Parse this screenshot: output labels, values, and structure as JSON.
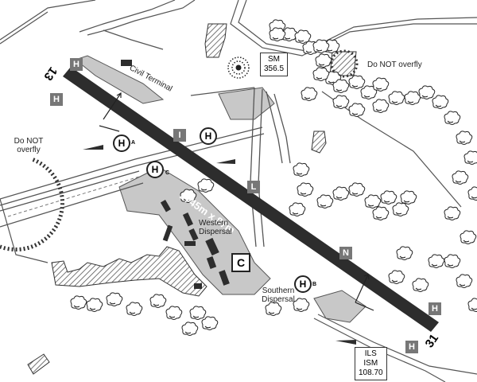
{
  "runway": {
    "dimensions": "2745m x 87m",
    "end_a": "13",
    "end_b": "31"
  },
  "labels": {
    "civil_terminal": "Civil Terminal",
    "western_dispersal": "Western Dispersal",
    "southern_dispersal": "Southern Dispersal",
    "do_not_overfly_left": "Do NOT overfly",
    "do_not_overfly_right": "Do NOT overfly"
  },
  "navaids": {
    "sm": {
      "ident": "SM",
      "freq": "356.5"
    },
    "ils": {
      "line1": "ILS",
      "line2": "ISM",
      "freq": "108.70"
    }
  },
  "helipads": [
    {
      "letter": "H",
      "sub": "A"
    },
    {
      "letter": "H",
      "sub": ""
    },
    {
      "letter": "H",
      "sub": "C"
    },
    {
      "letter": "H",
      "sub": "B"
    }
  ],
  "hold_points": [
    "H",
    "H",
    "I",
    "L",
    "N",
    "H",
    "H"
  ],
  "dispersal_marker": "C",
  "colors": {
    "runway": "#2d2d2d",
    "taxiway_fill": "#c8c8c8",
    "marker": "#777777",
    "background": "#ffffff"
  },
  "icons": [
    "tree-icon",
    "ndb-icon",
    "windsock-icon",
    "hatched-area-icon"
  ]
}
